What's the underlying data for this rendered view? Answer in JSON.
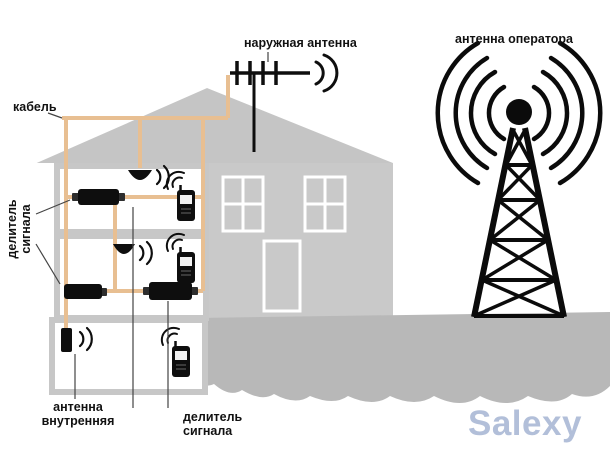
{
  "diagram": {
    "labels": {
      "outdoor_antenna": "наружная антенна",
      "operator_antenna": "антенна оператора",
      "cable": "кабель",
      "splitter_left": "делитель\nсигнала",
      "indoor_antenna": "антенна\nвнутренняя",
      "splitter_bottom": "делитель\nсигнала"
    },
    "watermark": "Salexy",
    "colors": {
      "cable": "#e8bf92",
      "house_wall": "#c9c9c9",
      "roof": "#c5c5c5",
      "room_border": "#c7c7c7",
      "ground": "#b8b8b8",
      "device_black": "#0e0e0e",
      "watermark_blue": "#b2bfd9"
    }
  }
}
